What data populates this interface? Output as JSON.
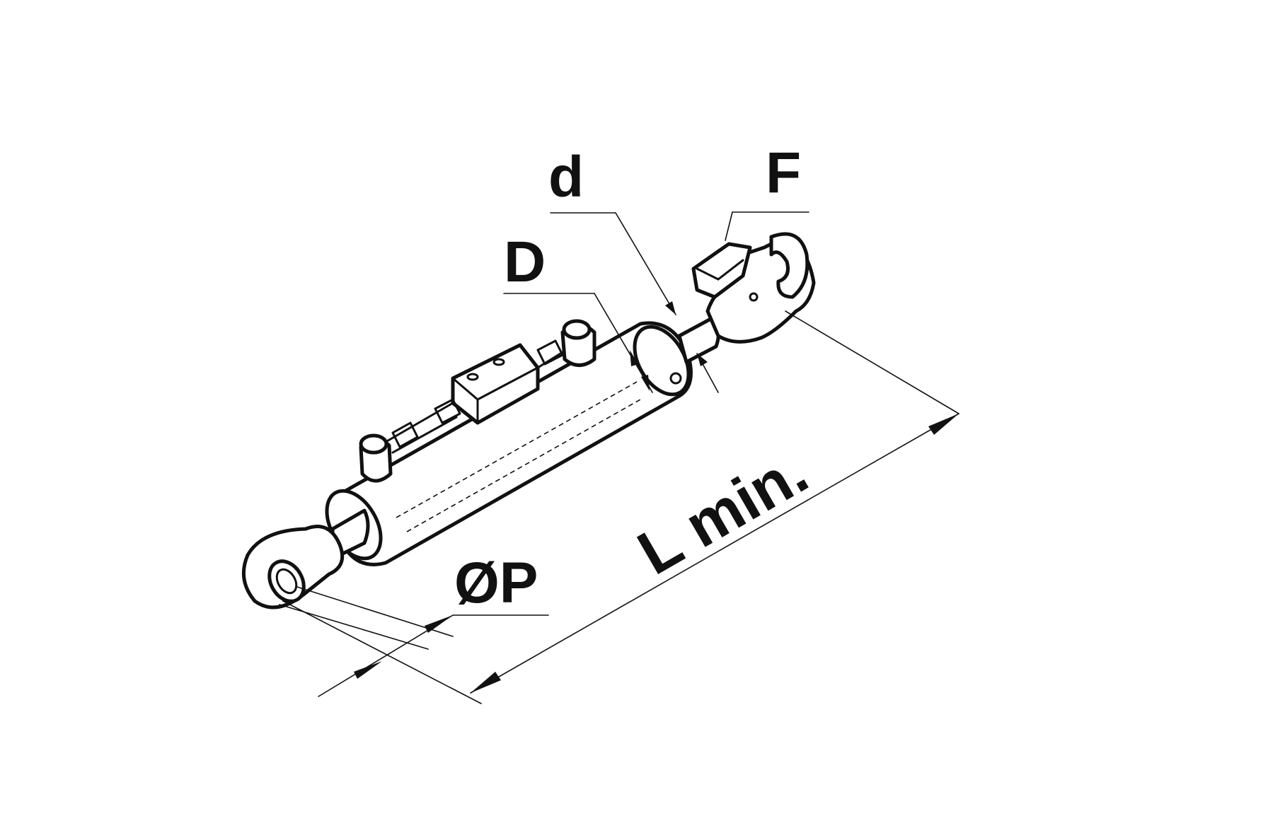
{
  "diagram": {
    "labels": {
      "d": "d",
      "D": "D",
      "F": "F",
      "P": "ØP",
      "L": "L min."
    },
    "colors": {
      "ink": "#111111",
      "background": "#ffffff"
    },
    "parts": [
      "eye-end",
      "piston-rod",
      "cylinder-barrel",
      "valve-block",
      "hose-fittings",
      "hook-end"
    ]
  }
}
